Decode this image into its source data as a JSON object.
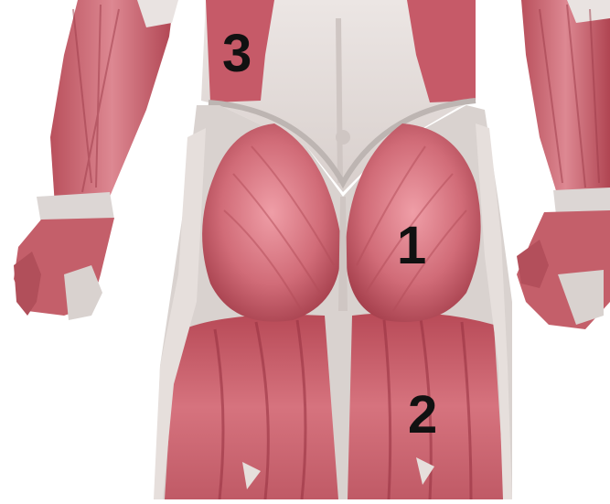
{
  "image": {
    "subject": "muscle-anatomy-posterior-hips-thighs",
    "colors": {
      "muscle": "#c9626e",
      "muscle_dark": "#9e3846",
      "muscle_light": "#e3909a",
      "fascia": "#e6dfdc",
      "tendon": "#d9d4d1",
      "label": "#111111"
    }
  },
  "labels": [
    "1",
    "2",
    "3"
  ]
}
